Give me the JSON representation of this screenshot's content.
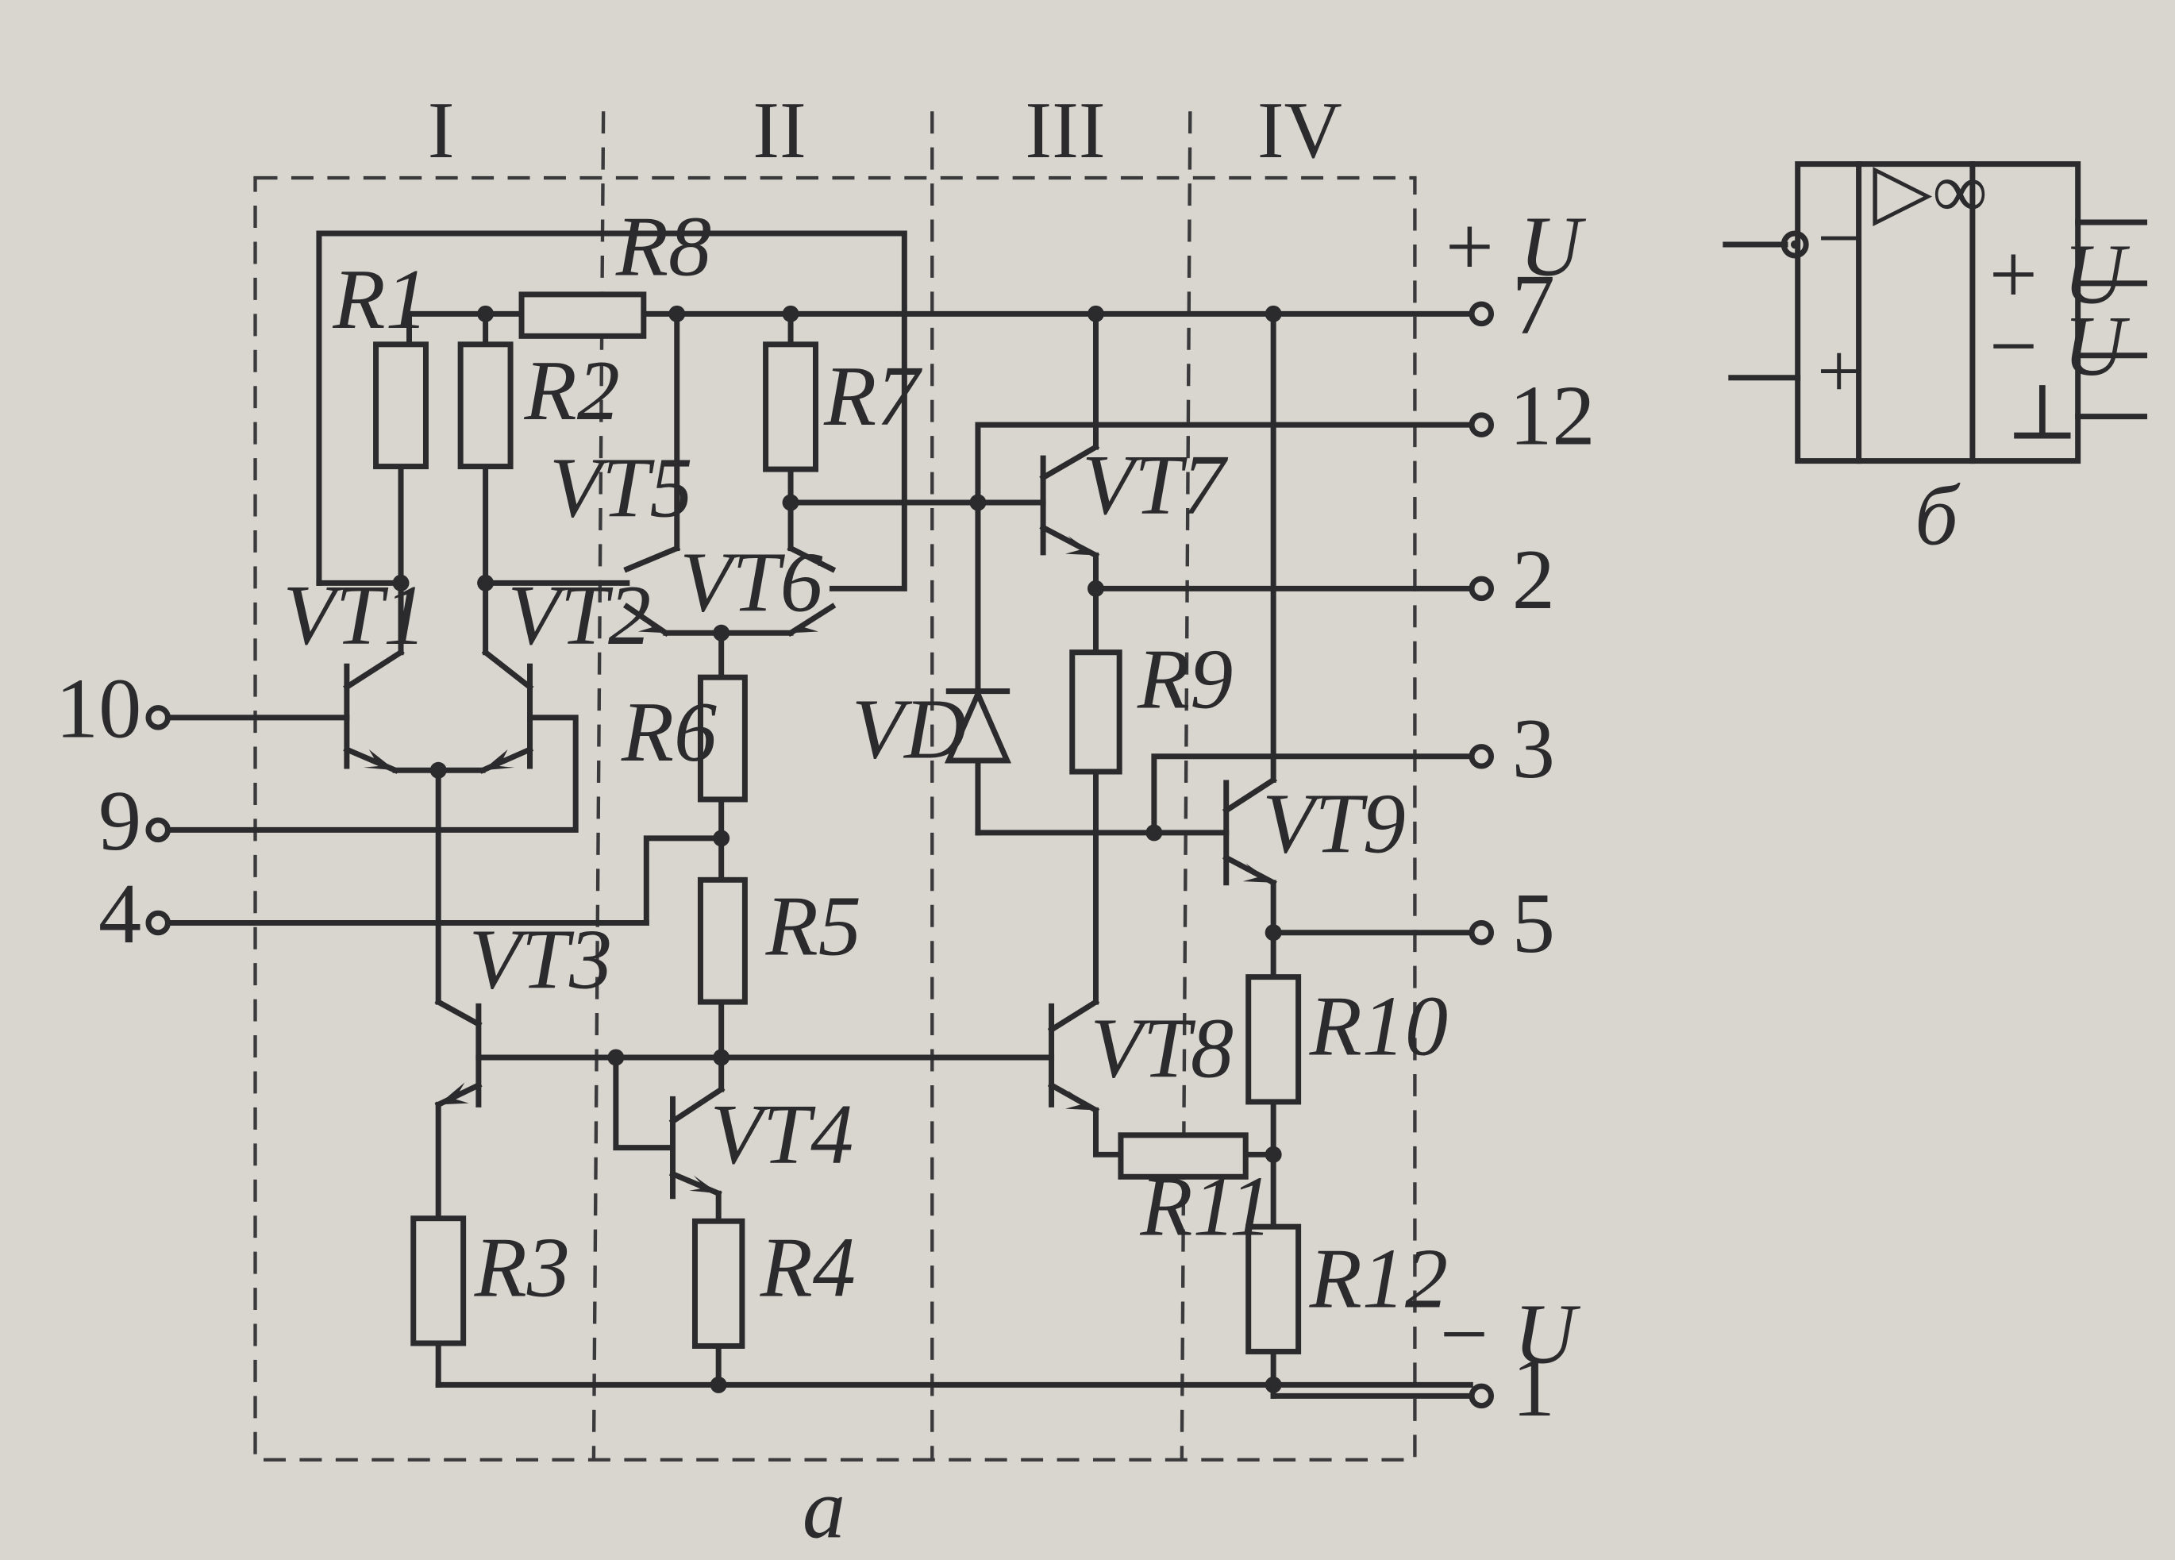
{
  "sections": [
    "I",
    "II",
    "III",
    "IV"
  ],
  "components": {
    "resistors": [
      "R1",
      "R2",
      "R3",
      "R4",
      "R5",
      "R6",
      "R7",
      "R8",
      "R9",
      "R10",
      "R11",
      "R12"
    ],
    "transistors": [
      "VT1",
      "VT2",
      "VT3",
      "VT4",
      "VT5",
      "VT6",
      "VT7",
      "VT8",
      "VT9"
    ],
    "diode": "VD"
  },
  "pins": {
    "p7": "7",
    "p12": "12",
    "p2": "2",
    "p3": "3",
    "p5": "5",
    "p1": "1",
    "p10": "10",
    "p9": "9",
    "p4": "4"
  },
  "supply": {
    "plus": "+ U",
    "minus": "− U"
  },
  "captions": {
    "main": "а",
    "symbol": "б"
  },
  "symbol": {
    "infinity": "▷∞",
    "inverting": "−",
    "noninverting": "+",
    "plus_u": "+ U",
    "minus_u": "− U",
    "ground": "⊥"
  },
  "colors": {
    "ink": "#2b2a2c",
    "paper": "#d9d6cf"
  }
}
